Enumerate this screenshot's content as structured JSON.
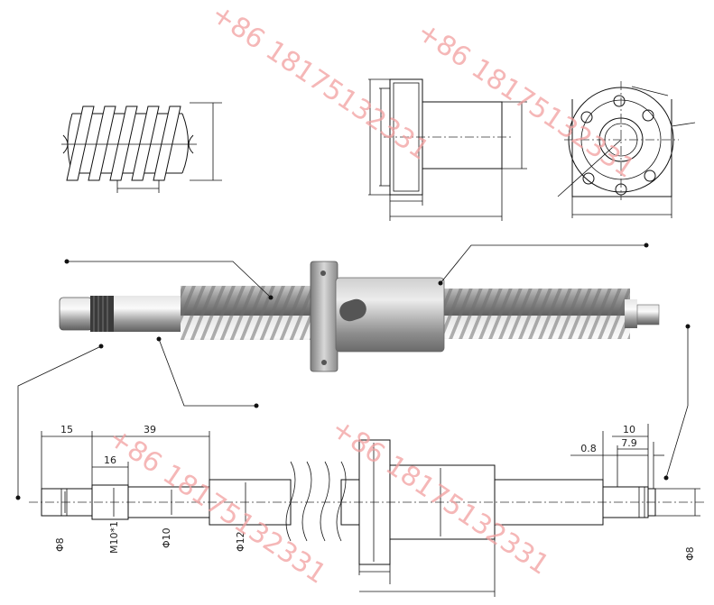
{
  "watermark": {
    "text": "+86 18175132331"
  },
  "shaft_dims": {
    "len_left": "15",
    "len_thread": "39",
    "len_m10": "16",
    "dia_end": "Φ8",
    "thread": "M10*1",
    "dia_mid": "Φ10",
    "dia_main": "Φ12",
    "right_total": "10",
    "right_groove": "7.9",
    "right_small": "0.8",
    "dia_right": "Φ8"
  },
  "colors": {
    "watermark": "#f2a0a0",
    "line": "#111111"
  }
}
